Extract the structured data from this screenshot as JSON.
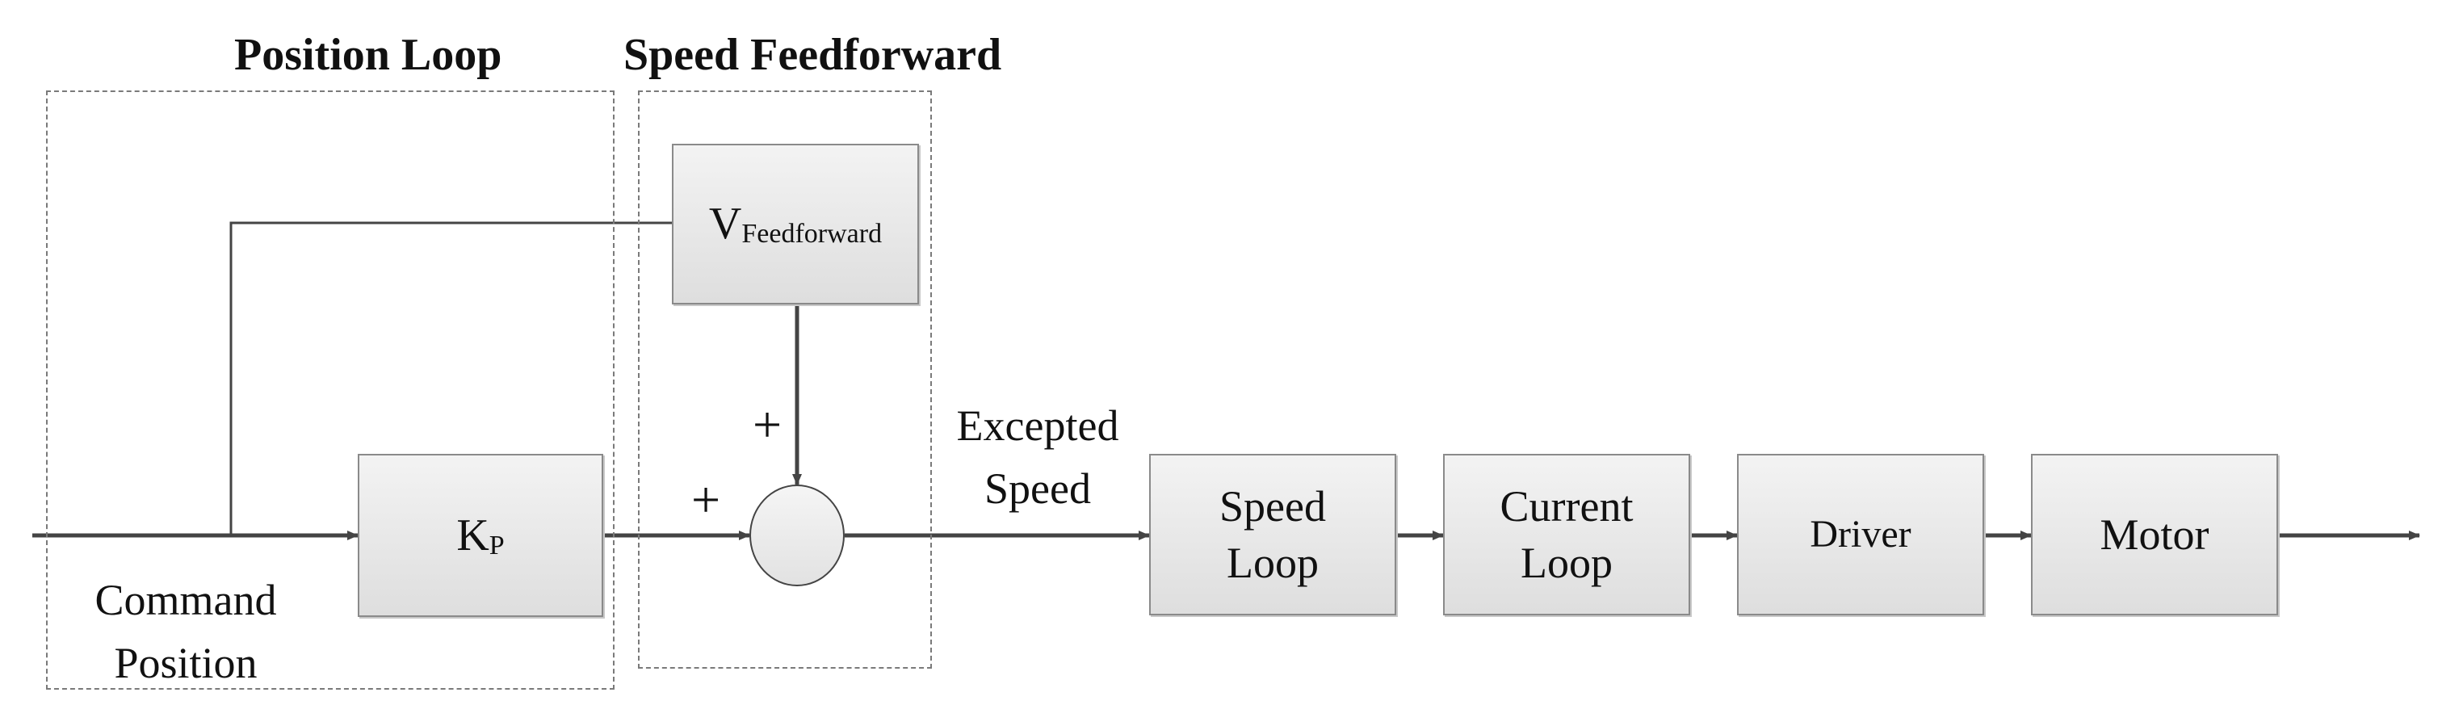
{
  "groups": {
    "position_loop": "Position Loop",
    "speed_feedforward": "Speed Feedforward"
  },
  "blocks": {
    "kp": {
      "main": "K",
      "sub": "P"
    },
    "feedforward": {
      "main": "V",
      "sub": "Feedforward"
    },
    "speed_loop": "Speed\nLoop",
    "current_loop": "Current\nLoop",
    "driver": "Driver",
    "motor": "Motor"
  },
  "labels": {
    "command_position": "Command\nPosition",
    "expected_speed": "Excepted\nSpeed"
  },
  "summing_junction": {
    "top_sign": "+",
    "left_sign": "+"
  }
}
